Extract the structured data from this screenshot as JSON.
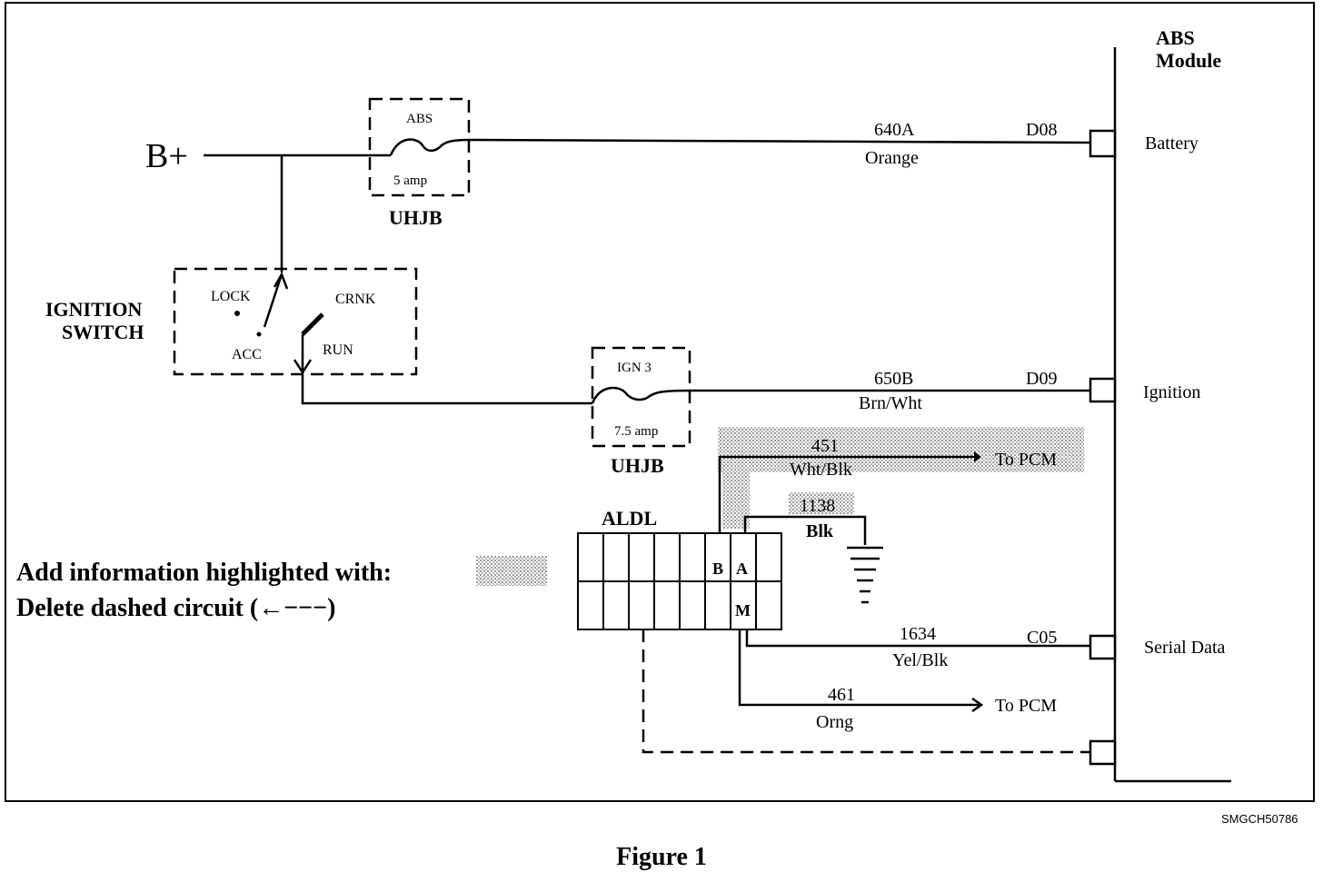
{
  "abs_module": {
    "title_line1": "ABS",
    "title_line2": "Module",
    "pins": {
      "battery": "Battery",
      "ignition": "Ignition",
      "serial_data": "Serial Data"
    }
  },
  "power": {
    "b_plus": "B+"
  },
  "fuse_abs": {
    "name": "ABS",
    "rating": "5 amp",
    "block": "UHJB"
  },
  "fuse_ign": {
    "name": "IGN 3",
    "rating": "7.5 amp",
    "block": "UHJB"
  },
  "ignition_switch": {
    "line1": "IGNITION",
    "line2": "SWITCH",
    "positions": {
      "lock": "LOCK",
      "acc": "ACC",
      "crnk": "CRNK",
      "run": "RUN"
    }
  },
  "circuits": {
    "c640a": {
      "number": "640A",
      "color": "Orange",
      "pin": "D08"
    },
    "c650b": {
      "number": "650B",
      "color": "Brn/Wht",
      "pin": "D09"
    },
    "c451": {
      "number": "451",
      "color": "Wht/Blk",
      "dest": "To PCM"
    },
    "c1138": {
      "number": "1138",
      "color": "Blk"
    },
    "c1634": {
      "number": "1634",
      "color": "Yel/Blk",
      "pin": "C05"
    },
    "c461": {
      "number": "461",
      "color": "Orng",
      "dest": "To PCM"
    }
  },
  "aldl": {
    "title": "ALDL",
    "pin_b": "B",
    "pin_a": "A",
    "pin_m": "M"
  },
  "legend": {
    "add_text": "Add information highlighted with:",
    "delete_text": "Delete dashed circuit (←−−−)"
  },
  "code": "SMGCH50786",
  "caption": "Figure 1"
}
